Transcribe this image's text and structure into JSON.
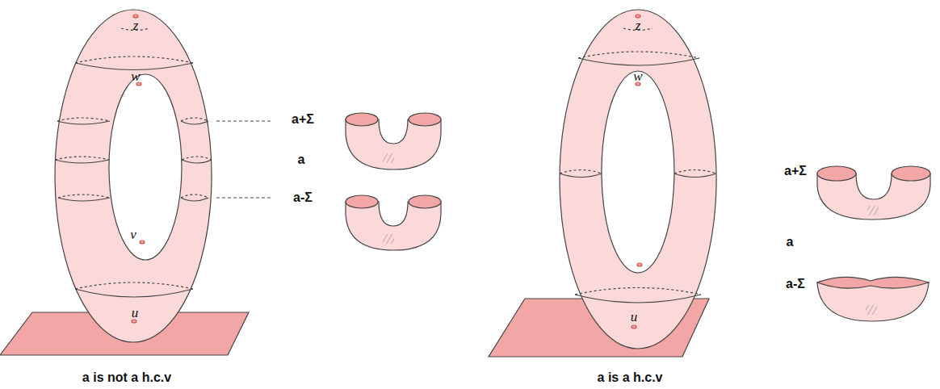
{
  "diagram": {
    "labels": [
      "z",
      "w",
      "a+Σ",
      "a",
      "a-Σ",
      "v",
      "u",
      "a is not a h.c.v",
      "z",
      "w",
      "a+Σ",
      "a",
      "a-Σ",
      "u",
      "a is a h.c.v"
    ]
  }
}
